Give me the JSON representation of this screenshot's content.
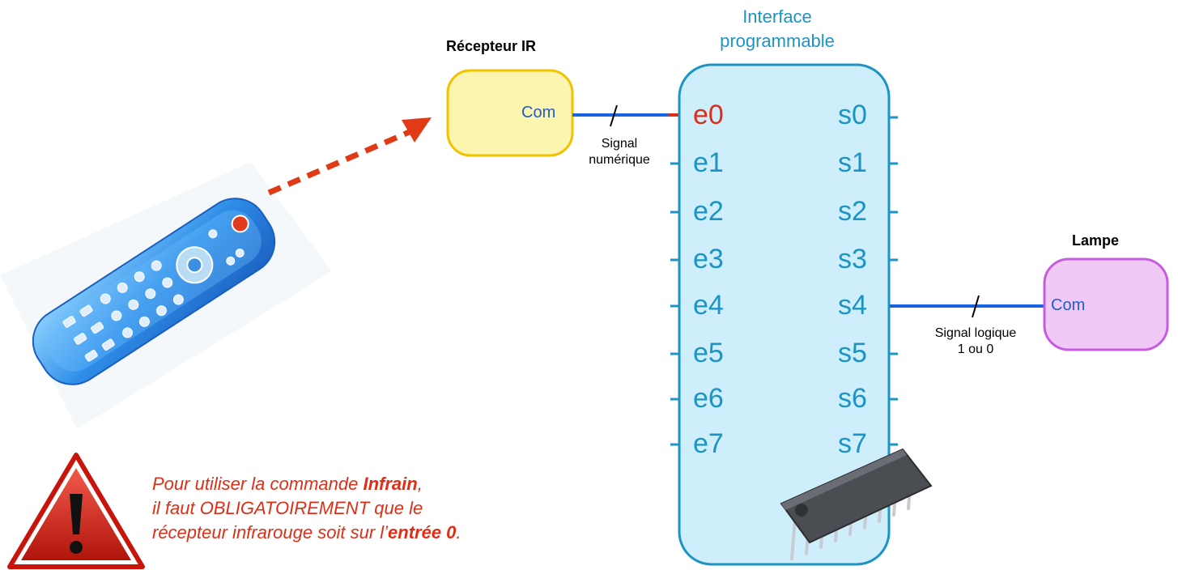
{
  "receiver": {
    "title": "Récepteur IR",
    "port": "Com"
  },
  "interface": {
    "title_line1": "Interface",
    "title_line2": "programmable",
    "inputs": [
      "e0",
      "e1",
      "e2",
      "e3",
      "e4",
      "e5",
      "e6",
      "e7"
    ],
    "outputs": [
      "s0",
      "s1",
      "s2",
      "s3",
      "s4",
      "s5",
      "s6",
      "s7"
    ],
    "active_input": "e0"
  },
  "lamp": {
    "title": "Lampe",
    "port": "Com"
  },
  "signal_in": {
    "line1": "Signal",
    "line2": "numérique"
  },
  "signal_out": {
    "line1": "Signal logique",
    "line2": "1 ou 0"
  },
  "warning": {
    "part1": "Pour utiliser la commande ",
    "keyword": "Infrain",
    "part2": ",",
    "line2": "il faut OBLIGATOIREMENT que le",
    "line3_prefix": "récepteur infrarouge soit sur l’",
    "line3_bold": "entrée 0",
    "line3_suffix": "."
  },
  "colors": {
    "interface_fill": "#cdeefa",
    "interface_stroke": "#1c94c4",
    "receiver_fill": "#fcf5b0",
    "receiver_stroke": "#f2c200",
    "lamp_fill": "#f1c9f7",
    "lamp_stroke": "#c85ce0",
    "wire": "#1565e0",
    "arrow": "#e03a16",
    "warning": "#e02e16"
  },
  "icons": [
    "remote-control-icon",
    "warning-triangle-icon",
    "ic-chip-icon"
  ]
}
